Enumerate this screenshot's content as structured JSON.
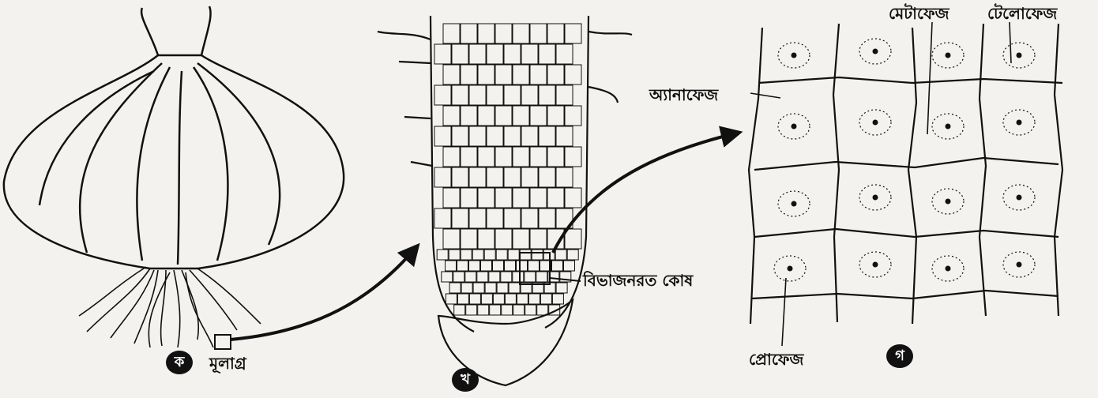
{
  "panels": {
    "k": {
      "badge": "ক",
      "label": "মূলাগ্র"
    },
    "kh": {
      "badge": "খ",
      "label": "বিভাজনরত কোষ"
    },
    "g": {
      "badge": "গ",
      "labels": {
        "metaphase": "মেটাফেজ",
        "telophase": "টেলোফেজ",
        "anaphase": "অ্যানাফেজ",
        "prophase": "প্রোফেজ"
      }
    }
  },
  "colors": {
    "ink": "#111111",
    "paper": "#f4f2ee"
  }
}
